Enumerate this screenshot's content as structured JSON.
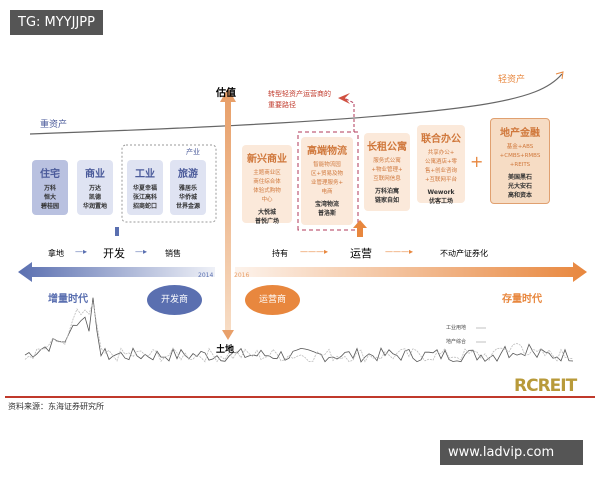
{
  "watermark_top": "TG: MYYJJPP",
  "watermark_bottom": "www.ladvip.com",
  "axis": {
    "top": "估值",
    "bottom": "土地"
  },
  "heavy": "重资产",
  "light": "轻资产",
  "path_note": "转型轻资产运营商的重要路径",
  "industry_label": "产业",
  "blue_boxes": [
    {
      "title": "住宅",
      "companies": "万科\n恒大\n碧桂园"
    },
    {
      "title": "商业",
      "companies": "万达\n凯德\n华润置地"
    },
    {
      "title": "工业",
      "companies": "华夏幸福\n张江高科\n招商蛇口"
    },
    {
      "title": "旅游",
      "companies": "雅居乐\n华侨城\n世界金源"
    }
  ],
  "orange_boxes": [
    {
      "title": "新兴商业",
      "desc": "主题商业区\n商住综合体\n体验式购物\n中心",
      "companies": "大悦城\n普悦广场"
    },
    {
      "title": "高端物流",
      "desc": "智能物流园\n区+贸易及物\n业管理服务+\n电商",
      "companies": "宝湾物流\n普洛斯"
    },
    {
      "title": "长租公寓",
      "desc": "服务式公寓\n+物业管理+\n互联网信息",
      "companies": "万科泊寓\n链家自如"
    },
    {
      "title": "联合办公",
      "desc": "共享办公+\n公寓酒店+零\n售+创业咨询\n+互联网平台",
      "companies": "Wework\n优客工场"
    },
    {
      "title": "地产金融",
      "desc": "基金+ABS\n+CMBS+RMBS\n+REITS",
      "companies": "美国黑石\n光大安石\n高和资本"
    }
  ],
  "plus": "+",
  "flow_left": [
    "拿地",
    "开发",
    "销售"
  ],
  "flow_right": [
    "持有",
    "运营",
    "不动产证券化"
  ],
  "year_left": "2014",
  "year_right": "2016",
  "era_left": "增量时代",
  "era_right": "存量时代",
  "role_left": "开发商",
  "role_right": "运营商",
  "legend": [
    "工业用地",
    "地产综合"
  ],
  "logo": "RCREIT",
  "source": "资料来源：东海证券研究所",
  "colors": {
    "blue": "#5a6fb0",
    "orange": "#e8873e",
    "red": "#c0392b",
    "gold": "#b89a3a"
  }
}
